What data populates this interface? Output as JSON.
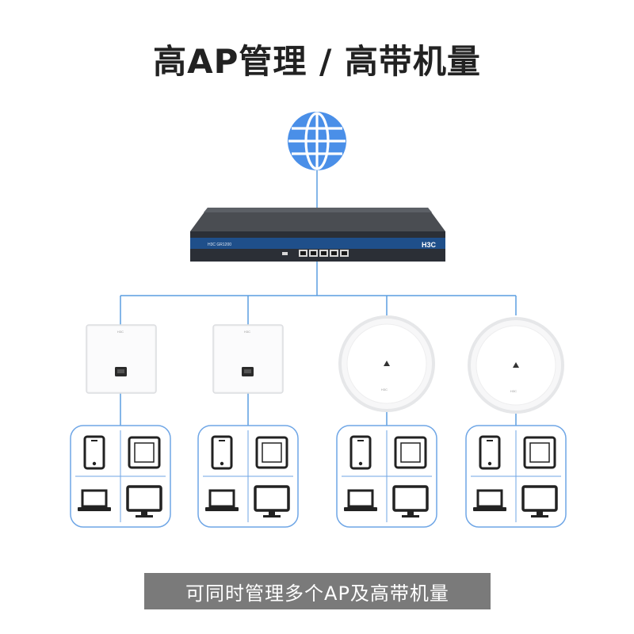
{
  "title": "高AP管理 / 高带机量",
  "router": {
    "model_text": "H3C GR1200",
    "brand_text": "H3C"
  },
  "access_points": [
    {
      "type": "panel",
      "brand_text": "H3C"
    },
    {
      "type": "panel",
      "brand_text": "H3C"
    },
    {
      "type": "ceiling",
      "brand_text": "H3C"
    },
    {
      "type": "ceiling",
      "brand_text": "H3C"
    }
  ],
  "device_groups": [
    {
      "devices": [
        "phone-icon",
        "tablet-icon",
        "laptop-icon",
        "monitor-icon"
      ]
    },
    {
      "devices": [
        "phone-icon",
        "tablet-icon",
        "laptop-icon",
        "monitor-icon"
      ]
    },
    {
      "devices": [
        "phone-icon",
        "tablet-icon",
        "laptop-icon",
        "monitor-icon"
      ]
    },
    {
      "devices": [
        "phone-icon",
        "tablet-icon",
        "laptop-icon",
        "monitor-icon"
      ]
    }
  ],
  "bottom_caption": "可同时管理多个AP及高带机量",
  "colors": {
    "globe": "#4a8fe8",
    "connector": "#5a9ee0",
    "group_border": "#6fa6e6",
    "router_body": "#2b2f36",
    "router_stripe": "#1f4f8a",
    "caption_bg": "#7a7a7a"
  }
}
